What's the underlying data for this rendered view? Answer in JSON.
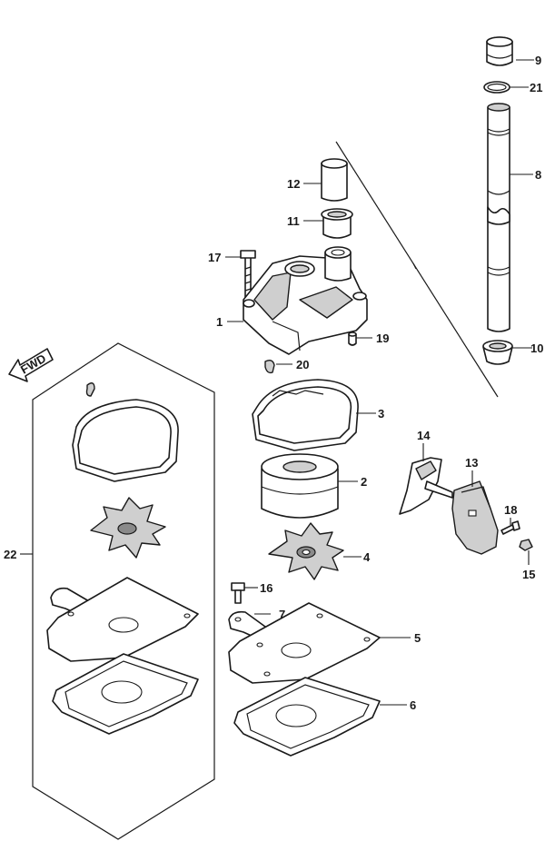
{
  "fwd_label": "FWD",
  "callouts": {
    "c1": "1",
    "c2": "2",
    "c3": "3",
    "c4": "4",
    "c5": "5",
    "c6": "6",
    "c7": "7",
    "c8": "8",
    "c9": "9",
    "c10": "10",
    "c11": "11",
    "c12": "12",
    "c13": "13",
    "c14": "14",
    "c15": "15",
    "c16": "16",
    "c17": "17",
    "c18": "18",
    "c19": "19",
    "c20": "20",
    "c21": "21",
    "c22": "22"
  }
}
